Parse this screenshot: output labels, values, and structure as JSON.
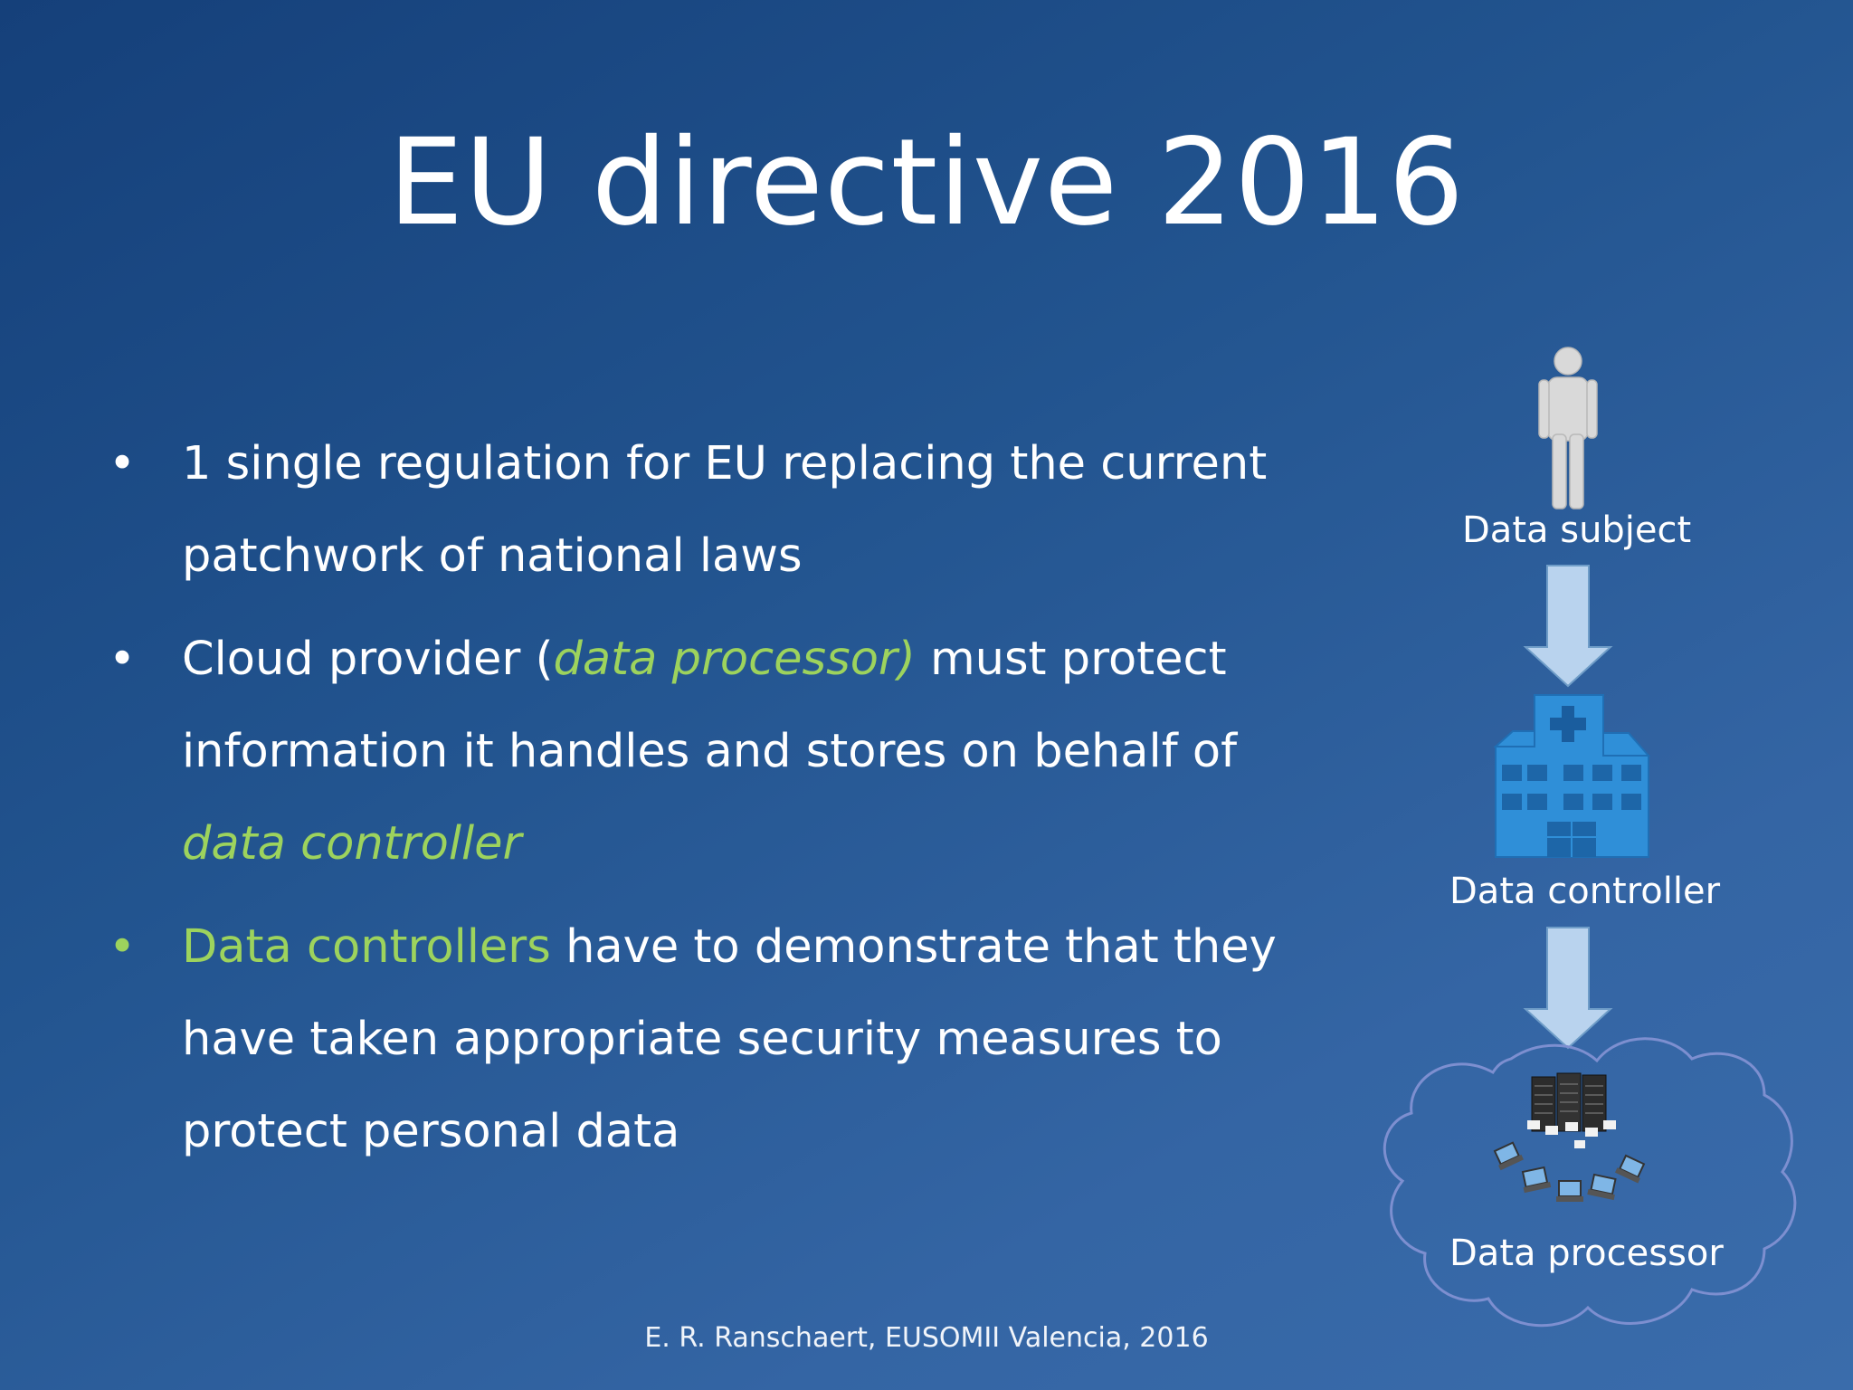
{
  "slide": {
    "title": "EU directive 2016",
    "bullets": [
      {
        "segments": [
          {
            "text": "1 single regulation for EU replacing the current"
          },
          {
            "text": "patchwork of national laws"
          }
        ]
      },
      {
        "segments": [
          {
            "text": "Cloud provider  ("
          },
          {
            "text": "data processor)",
            "color": "#9dd35d",
            "italic": true
          },
          {
            "text": "  must protect information it handles and stores on behalf of "
          },
          {
            "text": "data controller",
            "color": "#9dd35d",
            "italic": true
          }
        ]
      },
      {
        "bullet_color": "#9dd35d",
        "segments": [
          {
            "text": "Data controllers",
            "color": "#9dd35d"
          },
          {
            "text": " have to demonstrate that they have taken appropriate security measures to protect personal data"
          }
        ]
      }
    ],
    "diagram": {
      "subject_label": "Data subject",
      "controller_label": "Data controller",
      "processor_label": "Data processor",
      "icons": [
        "person-icon",
        "hospital-icon",
        "cloud-icon",
        "server-icon",
        "laptop-icon"
      ]
    },
    "footer": "E. R. Ranschaert, EUSOMII Valencia, 2016",
    "colors": {
      "accent_green": "#9dd35d",
      "arrow_fill": "#b9d3ee",
      "hospital_blue": "#2f8fd8",
      "cloud_stroke": "#7d8fd0"
    }
  }
}
